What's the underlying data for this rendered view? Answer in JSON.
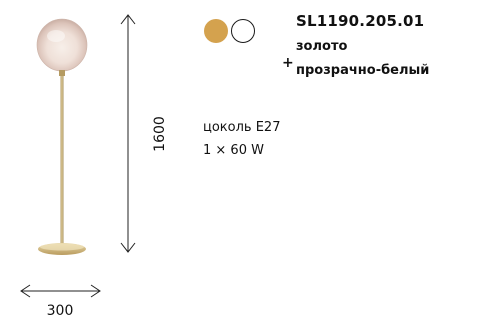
{
  "product": {
    "sku": "SL1190.205.01",
    "finish_primary": "золото",
    "finish_secondary": "прозрачно-белый",
    "plus_sign": "+"
  },
  "specs": {
    "socket": "цоколь E27",
    "power": "1 × 60 W"
  },
  "dimensions": {
    "height": "1600",
    "width": "300"
  },
  "colors": {
    "gold": "#d4a24e",
    "white": "#ffffff",
    "brass": "#c9b27a",
    "globe_glow": "#e9d6cf"
  },
  "icons": {
    "lamp": "floor-lamp-illustration",
    "height_arrow": "vertical-double-arrow",
    "width_arrow": "horizontal-double-arrow"
  }
}
